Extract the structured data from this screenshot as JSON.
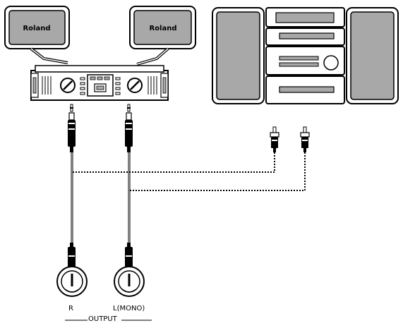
{
  "speakers": [
    {
      "brand": "Roland"
    },
    {
      "brand": "Roland"
    }
  ],
  "jacks": {
    "right_label": "R",
    "left_label": "L(MONO)",
    "group_label": "OUTPUT"
  },
  "colors": {
    "line": "#000000",
    "panel_gray": "#a8a8a8",
    "background": "#ffffff"
  }
}
